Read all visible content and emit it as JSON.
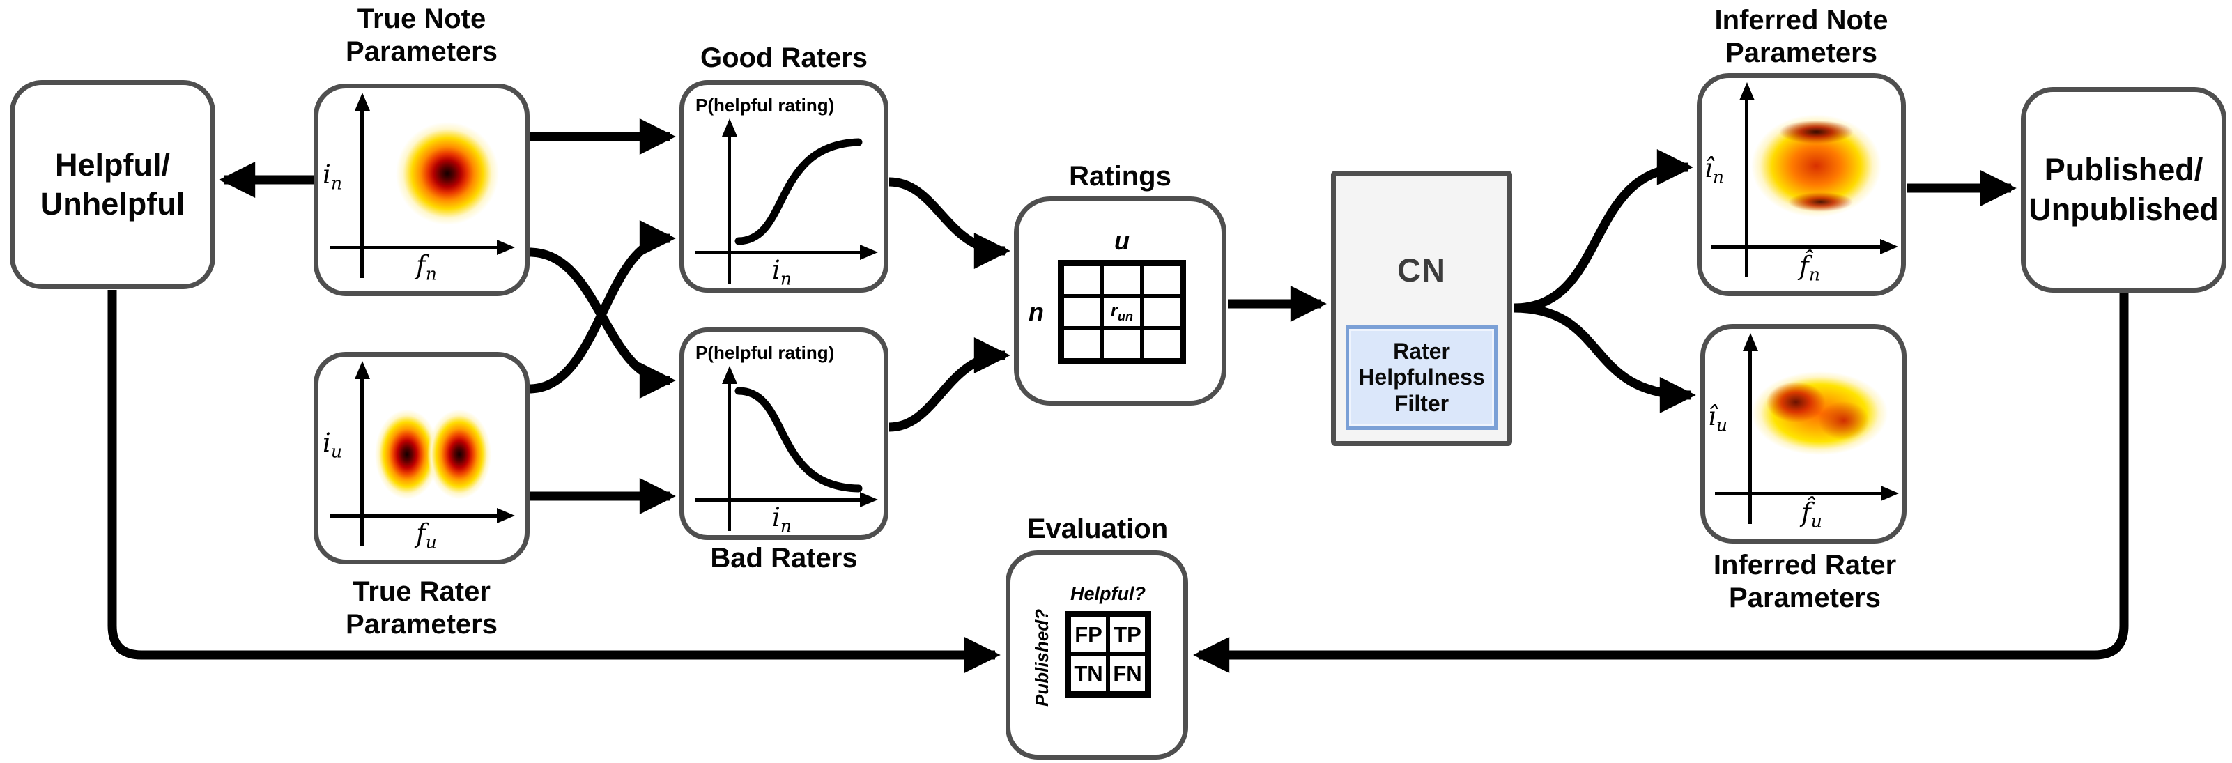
{
  "colors": {
    "box_border": "#4f4f4f",
    "arrow": "#000000",
    "cn_fill": "#f4f4f4",
    "cn_text": "#3c3c3c",
    "filter_fill": "#dbe7fa",
    "filter_border": "#7ba0d6",
    "heat_core": "#120000",
    "heat_red": "#cc1400",
    "heat_orange": "#ff8c00",
    "heat_yellow": "#ffe100"
  },
  "nodes": {
    "helpful": {
      "line1": "Helpful/",
      "line2": "Unhelpful"
    },
    "true_note": {
      "title1": "True Note",
      "title2": "Parameters",
      "y_base": "i",
      "y_sub": "n",
      "x_base": "f",
      "x_sub": "n"
    },
    "true_rater": {
      "title1": "True Rater",
      "title2": "Parameters",
      "y_base": "i",
      "y_sub": "u",
      "x_base": "f",
      "x_sub": "u"
    },
    "good_raters": {
      "title": "Good Raters",
      "ylabel": "P(helpful rating)",
      "x_base": "i",
      "x_sub": "n"
    },
    "bad_raters": {
      "title": "Bad Raters",
      "ylabel": "P(helpful rating)",
      "x_base": "i",
      "x_sub": "n"
    },
    "ratings": {
      "title": "Ratings",
      "col_label": "u",
      "row_label": "n",
      "cell_base": "r",
      "cell_sub": "un"
    },
    "cn": {
      "title": "CN",
      "filter_line1": "Rater",
      "filter_line2": "Helpfulness",
      "filter_line3": "Filter"
    },
    "inferred_note": {
      "title1": "Inferred Note",
      "title2": "Parameters",
      "y_base": "î",
      "y_sub": "n",
      "x_base": "f̂",
      "x_sub": "n"
    },
    "inferred_rater": {
      "title1": "Inferred Rater",
      "title2": "Parameters",
      "y_base": "î",
      "y_sub": "u",
      "x_base": "f̂",
      "x_sub": "u"
    },
    "published": {
      "line1": "Published/",
      "line2": "Unpublished"
    },
    "evaluation": {
      "title": "Evaluation",
      "col_question": "Helpful?",
      "row_question": "Published?",
      "cells": [
        "FP",
        "TP",
        "TN",
        "FN"
      ]
    }
  }
}
